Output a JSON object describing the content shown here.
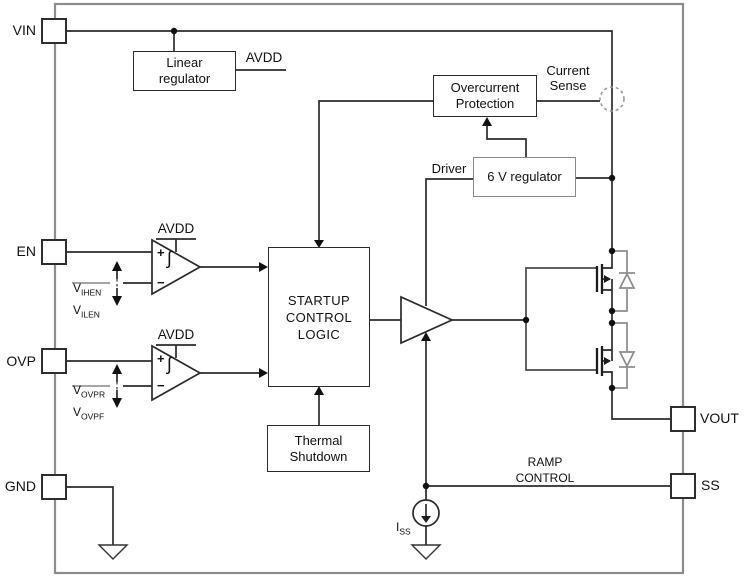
{
  "pins": {
    "vin": "VIN",
    "en": "EN",
    "ovp": "OVP",
    "gnd": "GND",
    "vout": "VOUT",
    "ss": "SS"
  },
  "blocks": {
    "linear_regulator": "Linear\nregulator",
    "overcurrent_protection": "Overcurrent\nProtection",
    "six_v_regulator": "6 V regulator",
    "startup_control_logic": "STARTUP\nCONTROL\nLOGIC",
    "thermal_shutdown": "Thermal\nShutdown"
  },
  "labels": {
    "avdd": "AVDD",
    "current_sense": "Current\nSense",
    "driver": "Driver",
    "ramp_control": "RAMP\nCONTROL",
    "hysteresis": "∫",
    "comparator_plus": "+",
    "comparator_minus": "−"
  },
  "signals": {
    "v_ihen": {
      "base": "V",
      "sub": "IHEN"
    },
    "v_ilen": {
      "base": "V",
      "sub": "ILEN"
    },
    "v_ovpr": {
      "base": "V",
      "sub": "OVPR"
    },
    "v_ovpf": {
      "base": "V",
      "sub": "OVPF"
    },
    "i_ss": {
      "base": "I",
      "sub": "SS"
    }
  },
  "colors": {
    "line": "#2b2b2b",
    "gray": "#8c8c8c",
    "background": "#ffffff",
    "text": "#111111"
  }
}
